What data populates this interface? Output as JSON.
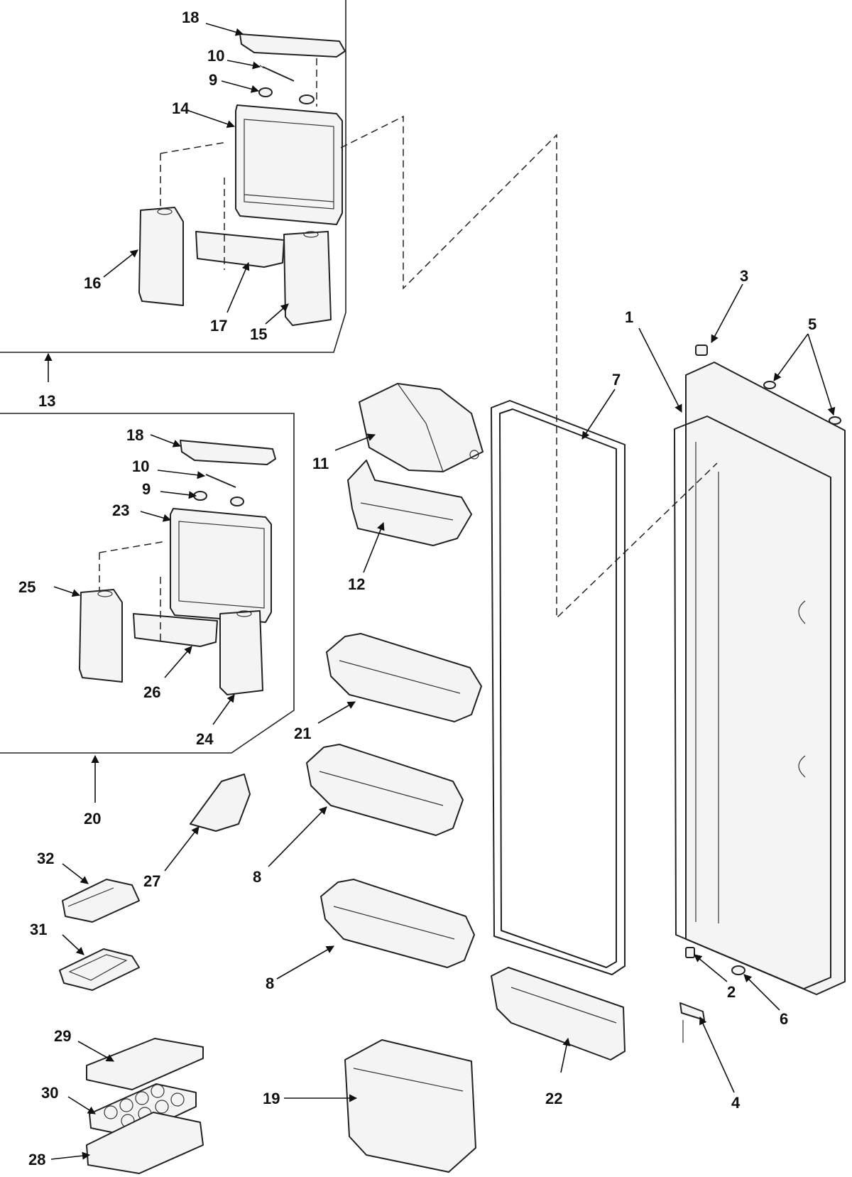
{
  "callouts": {
    "c1": "1",
    "c2": "2",
    "c3": "3",
    "c4": "4",
    "c5": "5",
    "c6": "6",
    "c7": "7",
    "c8a": "8",
    "c8b": "8",
    "c9a": "9",
    "c9b": "9",
    "c10a": "10",
    "c10b": "10",
    "c11": "11",
    "c12": "12",
    "c13": "13",
    "c14": "14",
    "c15": "15",
    "c16": "16",
    "c17": "17",
    "c18a": "18",
    "c18b": "18",
    "c19": "19",
    "c20": "20",
    "c21": "21",
    "c22": "22",
    "c23": "23",
    "c24": "24",
    "c25": "25",
    "c26": "26",
    "c27": "27",
    "c28": "28",
    "c29": "29",
    "c30": "30",
    "c31": "31",
    "c32": "32"
  },
  "colors": {
    "ink": "#222222",
    "paper": "#ffffff"
  }
}
